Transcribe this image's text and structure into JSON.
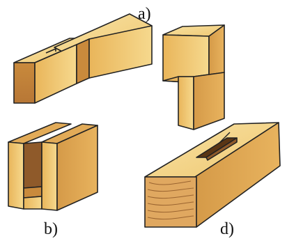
{
  "labels": {
    "a": "a)",
    "b": "b)",
    "d": "d)"
  },
  "colors": {
    "wood_light": "#f6d98e",
    "wood_mid": "#f0c46a",
    "wood_dark": "#dca24a",
    "wood_end": "#c98a3c",
    "wood_deep": "#b87a3a",
    "outline": "#222222"
  }
}
